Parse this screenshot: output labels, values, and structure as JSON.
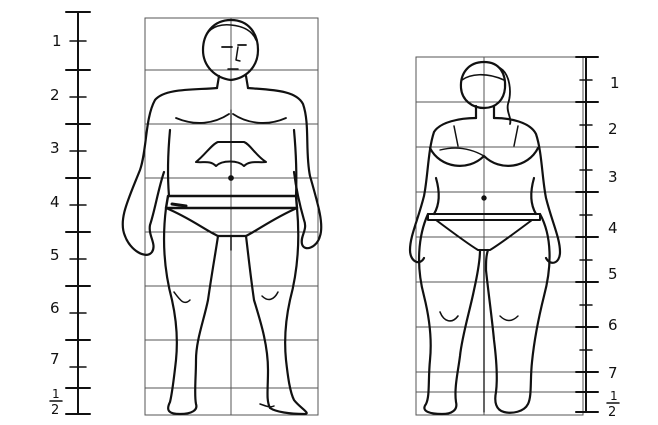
{
  "male_scale": {
    "labels": [
      "1",
      "2",
      "3",
      "4",
      "5",
      "6",
      "7"
    ],
    "half_label_num": "1",
    "half_label_den": "2"
  },
  "female_scale": {
    "labels": [
      "1",
      "2",
      "3",
      "4",
      "5",
      "6",
      "7"
    ],
    "half_label_num": "1",
    "half_label_den": "2"
  },
  "colors": {
    "ink": "#111111",
    "grid": "#555555",
    "background": "#ffffff"
  }
}
